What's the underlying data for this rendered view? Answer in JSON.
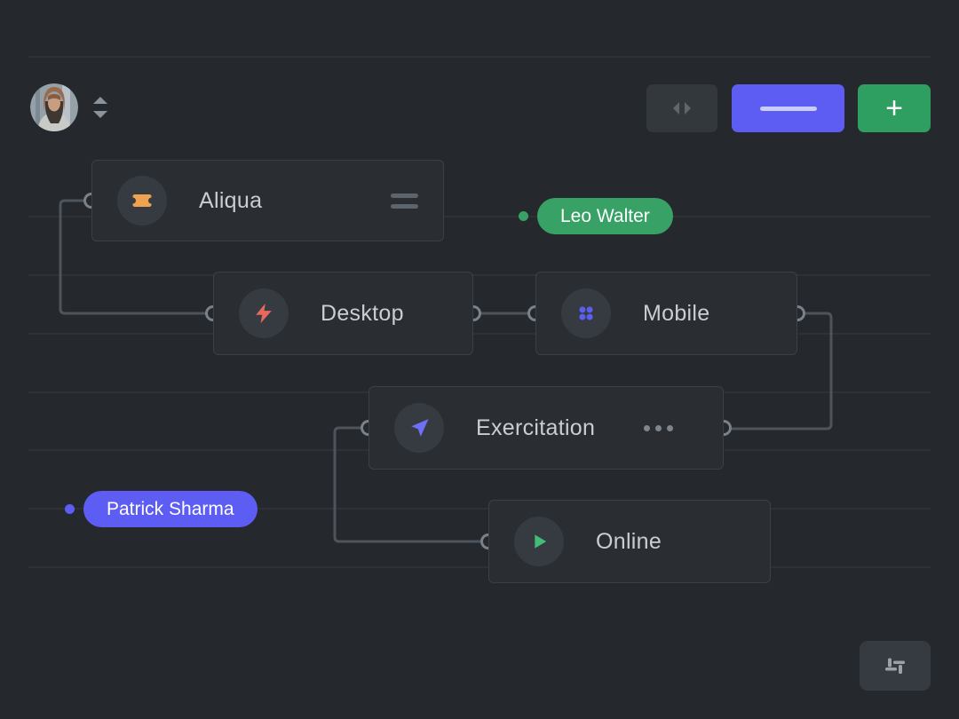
{
  "header": {
    "avatar": "user-avatar",
    "sort_icon": "sort-arrows-icon",
    "actions": {
      "panel_toggle_icon": "horizontal-expand-icon",
      "dash_icon": "dash-icon",
      "add_label": "+"
    }
  },
  "nodes": [
    {
      "label": "Aliqua",
      "icon": "ticket-icon",
      "icon_color": "#efa351",
      "trailing": "drag-handle-icon"
    },
    {
      "label": "Desktop",
      "icon": "lightning-bolt-icon",
      "icon_color": "#e8695b"
    },
    {
      "label": "Mobile",
      "icon": "dots-grid-icon",
      "icon_color": "#5b5ef1"
    },
    {
      "label": "Exercitation",
      "icon": "navigation-arrow-icon",
      "icon_color": "#6e71f6",
      "trailing": "ellipsis-icon"
    },
    {
      "label": "Online",
      "icon": "play-icon",
      "icon_color": "#41bd78"
    }
  ],
  "badges": [
    {
      "label": "Leo Walter",
      "color": "#38a266"
    },
    {
      "label": "Patrick Sharma",
      "color": "#5d5cf3"
    }
  ],
  "footer": {
    "settings_icon": "sliders-icon"
  },
  "colors": {
    "background": "#25282c",
    "grid_line": "#2e3237",
    "node_bg": "#2a2e33",
    "node_border": "#3a4047",
    "node_text": "#c9ced4",
    "wire": "#4d545c",
    "port_ring": "#79818b",
    "accent_purple": "#5d5cf3",
    "accent_green": "#2f9e61",
    "button_gray": "#33383d"
  }
}
